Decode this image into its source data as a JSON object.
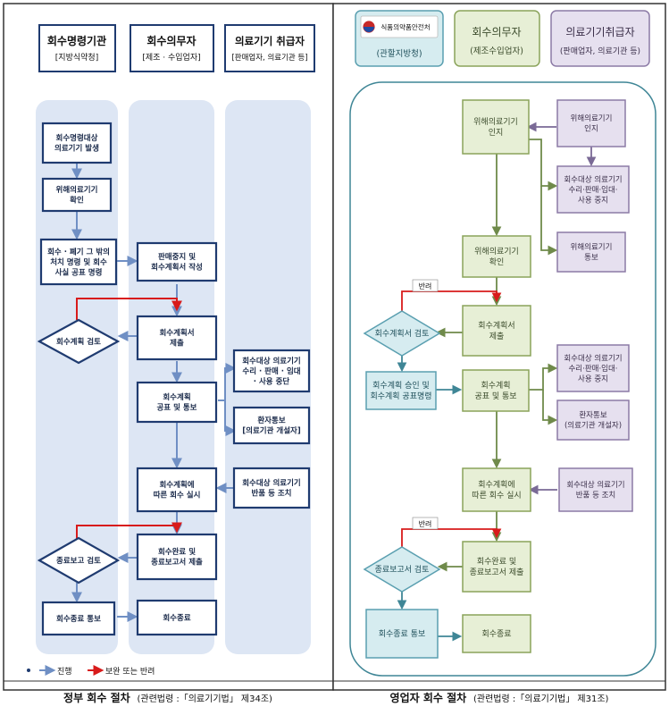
{
  "left": {
    "headers": {
      "gov": {
        "title": "회수명령기관",
        "sub": "[지방식약청]"
      },
      "manufacturer": {
        "title": "회수의무자",
        "sub": "[제조 · 수입업자]"
      },
      "handler": {
        "title": "의료기기 취급자",
        "sub": "[판매업자, 의료기관 등]"
      }
    },
    "boxes": {
      "occur": [
        "회수명령대상",
        "의료기기 발생"
      ],
      "confirm": [
        "위해의료기기",
        "확인"
      ],
      "order": [
        "회수 · 폐기 그 밖의",
        "처치 명령 및 회수",
        "사실 공표 명령"
      ],
      "stop_sales": [
        "판매중지 및",
        "회수계획서 작성"
      ],
      "plan_submit": [
        "회수계획서",
        "제출"
      ],
      "plan_review": [
        "회수계획 검토"
      ],
      "announce": [
        "회수계획",
        "공표 및 통보"
      ],
      "handler_stop": [
        "회수대상 의료기기",
        "수리 · 판매 · 임대",
        "· 사용 중단"
      ],
      "patient_notice": [
        "환자통보",
        "[의료기관 개설자]"
      ],
      "execute": [
        "회수계획에",
        "따른 회수 실시"
      ],
      "return": [
        "회수대상 의료기기",
        "반품 등 조치"
      ],
      "report_submit": [
        "회수완료 및",
        "종료보고서 제출"
      ],
      "report_review": [
        "종료보고 검토"
      ],
      "end_notice": [
        "회수종료 통보"
      ],
      "end": [
        "회수종료"
      ]
    },
    "legend": {
      "progress": "진행",
      "supplement": "보완 또는 반려"
    },
    "caption": {
      "main": "정부 회수 절차",
      "ref": "(관련법령 :「의료기기법」 제34조)"
    }
  },
  "right": {
    "headers": {
      "gov": {
        "logo_text": "식품의약품안전처",
        "sub": "(관할지방청)"
      },
      "manufacturer": {
        "title": "회수의무자",
        "sub": "(제조수입업자)"
      },
      "handler": {
        "title": "의료기기취급자",
        "sub": "(판매업자, 의료기관 등)"
      }
    },
    "boxes": {
      "recognize": [
        "위해의료기기",
        "인지"
      ],
      "h_recognize": [
        "위해의료기기",
        "인지"
      ],
      "h_stop": [
        "회수대상 의료기기",
        "수리·판매·임대·",
        "사용 중지"
      ],
      "h_notify": [
        "위해의료기기",
        "통보"
      ],
      "confirm": [
        "위해의료기기",
        "확인"
      ],
      "plan_submit": [
        "회수계획서",
        "제출"
      ],
      "plan_review": [
        "회수계획서 검토"
      ],
      "approve": [
        "회수계획 승인 및",
        "회수계획 공표명령"
      ],
      "announce": [
        "회수계획",
        "공표 및 통보"
      ],
      "h_stop2": [
        "회수대상 의료기기",
        "수리·판매·임대·",
        "사용 중지"
      ],
      "patient_notice": [
        "환자통보",
        "(의료기관 개설자)"
      ],
      "execute": [
        "회수계획에",
        "따른 회수 실시"
      ],
      "return": [
        "회수대상 의료기기",
        "반품 등 조치"
      ],
      "report_submit": [
        "회수완료 및",
        "종료보고서 제출"
      ],
      "report_review": [
        "종료보고서 검토"
      ],
      "end_notice": [
        "회수종료 통보"
      ],
      "end": [
        "회수종료"
      ]
    },
    "return_labels": [
      "반려",
      "반려"
    ],
    "caption": {
      "main": "영업자 회수 절차",
      "ref": "(관련법령 :「의료기기법」 제31조)"
    }
  },
  "colors": {
    "left_box": "#1f3b70",
    "left_lane": "#dde6f4",
    "left_arrow": "#6f8fc4",
    "red": "#d81b1b",
    "green_fill": "#e7efd6",
    "green_stroke": "#8aa35a",
    "purple_fill": "#e6e0ef",
    "purple_stroke": "#8c7aa6",
    "teal_fill": "#d6ecf0",
    "teal_stroke": "#5a9fb0"
  }
}
